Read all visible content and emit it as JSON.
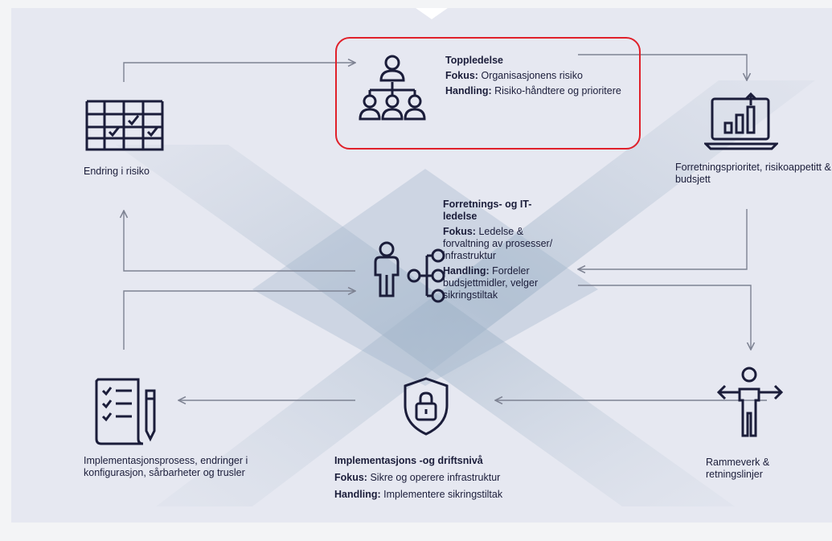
{
  "top": {
    "title": "Toppledelse",
    "focus_key": "Fokus:",
    "focus_text": "Organisasjonens risiko",
    "action_key": "Handling:",
    "action_text": "Risiko-håndtere og prioritere"
  },
  "middle": {
    "title": "Forretnings- og IT-ledelse",
    "focus_key": "Fokus:",
    "focus_text": "Ledelse & forvaltning av prosesser/ infrastruktur",
    "action_key": "Handling:",
    "action_text": "Fordeler budsjettmidler, velger sikringstiltak"
  },
  "bottom": {
    "title": "Implementasjons -og driftsnivå",
    "focus_key": "Fokus:",
    "focus_text": "Sikre og operere infrastruktur",
    "action_key": "Handling:",
    "action_text": "Implementere sikringstiltak"
  },
  "corners": {
    "top_left": "Endring i risiko",
    "top_right": "Forretningsprioritet, risikoappetitt & budsjett",
    "bottom_left": "Implementasjonsprosess, endringer i konfigurasjon, sårbarheter og trusler",
    "bottom_right": "Rammeverk & retningslinjer"
  },
  "icons": {
    "top": "org-chart-icon",
    "middle": "person-process-icon",
    "bottom": "shield-lock-icon",
    "top_left": "calendar-checklist-icon",
    "top_right": "laptop-chart-icon",
    "bottom_left": "document-checklist-pen-icon",
    "bottom_right": "person-arrows-icon"
  },
  "colors": {
    "background": "#e6e8f1",
    "text": "#1b1d3a",
    "highlight": "#e0202a",
    "cross": "#9fb3c8"
  }
}
